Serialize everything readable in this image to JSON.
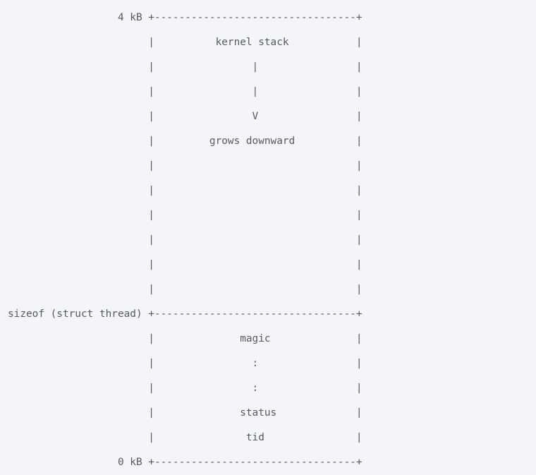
{
  "code_block": {
    "lines": [
      "                  4 kB +---------------------------------+",
      "                       |          kernel stack           |",
      "                       |                |                |",
      "                       |                |                |",
      "                       |                V                |",
      "                       |         grows downward          |",
      "                       |                                 |",
      "                       |                                 |",
      "                       |                                 |",
      "                       |                                 |",
      "                       |                                 |",
      "                       |                                 |",
      "sizeof (struct thread) +---------------------------------+",
      "                       |              magic              |",
      "                       |                :                |",
      "                       |                :                |",
      "                       |              status             |",
      "                       |               tid               |",
      "                  0 kB +---------------------------------+"
    ]
  }
}
